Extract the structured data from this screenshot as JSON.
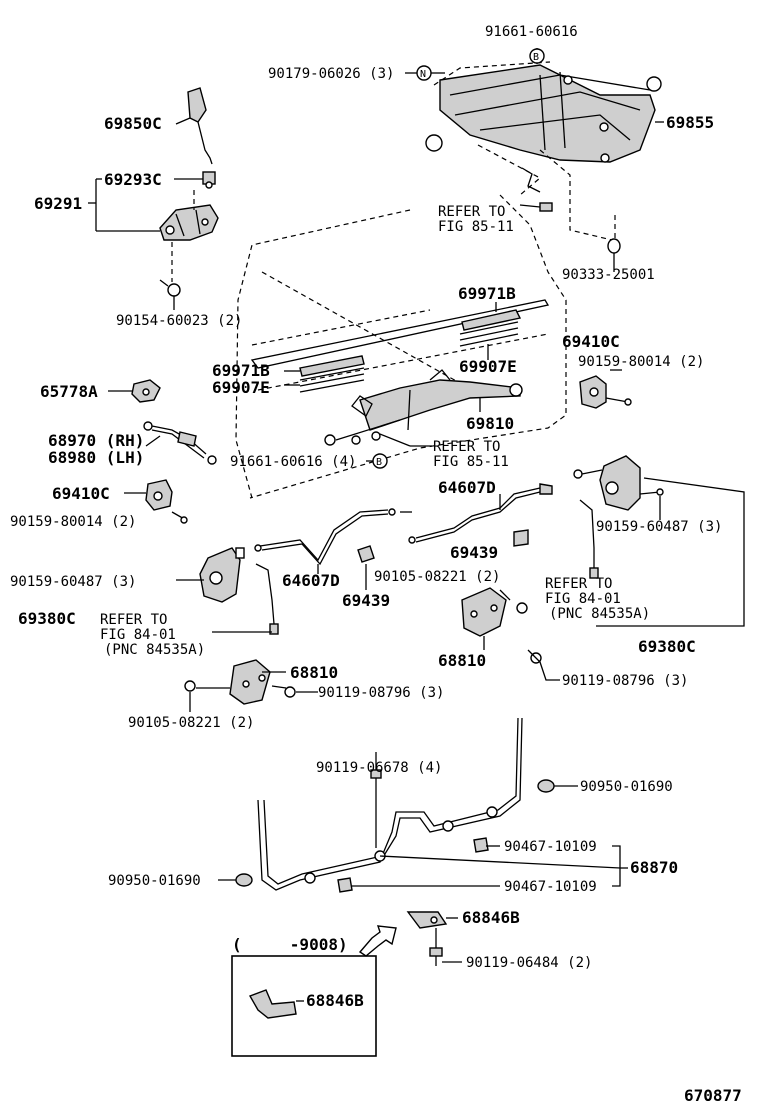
{
  "labels": {
    "p91661_top": "91661-60616",
    "p90179": "90179-06026 (3)",
    "p69850C": "69850C",
    "p69855": "69855",
    "p69293C": "69293C",
    "p69291": "69291",
    "refer_85_11_a": "REFER TO",
    "refer_85_11_a2": "FIG 85-11",
    "p90333": "90333-25001",
    "p90154": "90154-60023 (2)",
    "p69971B_a": "69971B",
    "p69410C_a": "69410C",
    "p90159_80014_a": "90159-80014 (2)",
    "p69971B_b": "69971B",
    "p69907E_a": "69907E",
    "p69907E_b": "69907E",
    "p65778A": "65778A",
    "p69810": "69810",
    "p68970": "68970 (RH)",
    "p68980": "68980 (LH)",
    "refer_85_11_b": "REFER TO",
    "refer_85_11_b2": "FIG 85-11",
    "p91661_mid": "91661-60616 (4)",
    "p64607D_a": "64607D",
    "p69410C_b": "69410C",
    "p90159_80014_b": "90159-80014 (2)",
    "p90159_60487_a": "90159-60487 (3)",
    "p69439_a": "69439",
    "p90159_60487_b": "90159-60487 (3)",
    "p64607D_b": "64607D",
    "p90105_a": "90105-08221 (2)",
    "p69439_b": "69439",
    "refer_84_01_r1": "REFER TO",
    "refer_84_01_r2": "FIG 84-01",
    "refer_84_01_r3": "(PNC 84535A)",
    "p69380C_a": "69380C",
    "refer_84_01_l1": "REFER TO",
    "refer_84_01_l2": "FIG 84-01",
    "refer_84_01_l3": "(PNC 84535A)",
    "p68810_b": "68810",
    "p69380C_b": "69380C",
    "p90119_08796_b": "90119-08796 (3)",
    "p68810_a": "68810",
    "p90119_08796_a": "90119-08796 (3)",
    "p90105_b": "90105-08221 (2)",
    "p90119_06678": "90119-06678 (4)",
    "p90950_a": "90950-01690",
    "p90467_a": "90467-10109",
    "p68870": "68870",
    "p90950_b": "90950-01690",
    "p90467_b": "90467-10109",
    "p68846B_a": "68846B",
    "p9008": "(     -9008)",
    "p90119_06484": "90119-06484 (2)",
    "p68846B_b": "68846B",
    "fig_no": "670877"
  },
  "markers": {
    "b": "B",
    "n": "N"
  }
}
